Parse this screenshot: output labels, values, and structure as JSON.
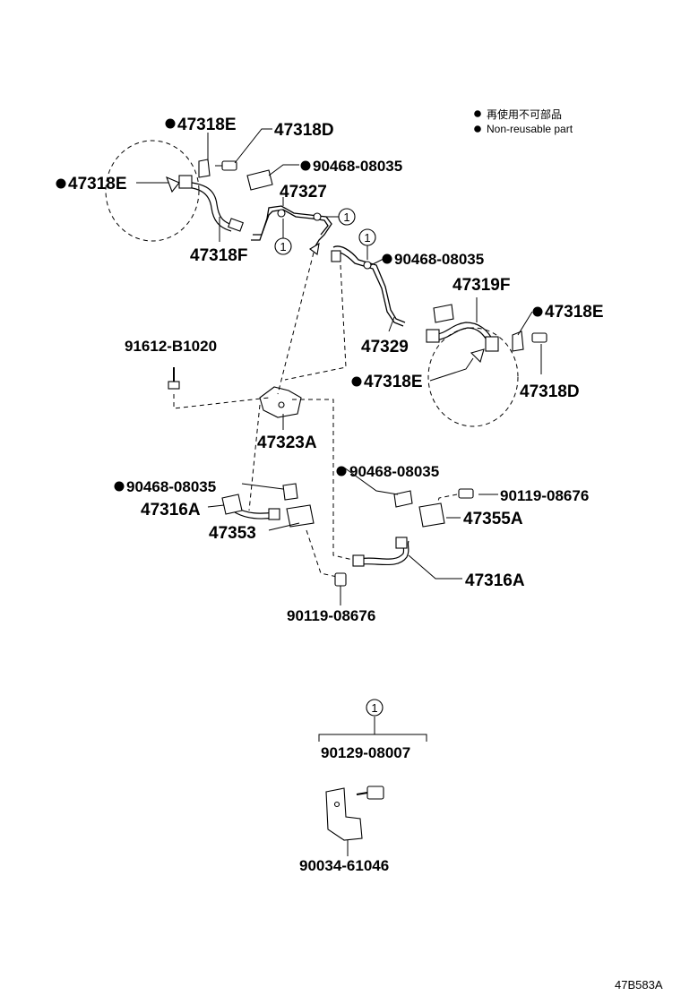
{
  "legend": {
    "reusable_note_ja": "再使用不可部品",
    "reusable_note_en": "Non-reusable part"
  },
  "labels": {
    "p47318E_top": "47318E",
    "p47318D_top": "47318D",
    "p90468_top": "90468-08035",
    "p47318E_left": "47318E",
    "p47327": "47327",
    "p47318F": "47318F",
    "p90468_mid": "90468-08035",
    "p47319F": "47319F",
    "p47318E_right": "47318E",
    "p91612": "91612-B1020",
    "p47329": "47329",
    "p47318E_center": "47318E",
    "p47318D_right": "47318D",
    "p47323A": "47323A",
    "p90468_lowright": "90468-08035",
    "p90468_lowleft": "90468-08035",
    "p90119_right": "90119-08676",
    "p47316A_left": "47316A",
    "p47355A": "47355A",
    "p47353": "47353",
    "p47316A_right": "47316A",
    "p90119_bottom": "90119-08676",
    "p90129": "90129-08007",
    "p90034": "90034-61046",
    "callout_1": "1",
    "figure_code": "47B583A"
  }
}
